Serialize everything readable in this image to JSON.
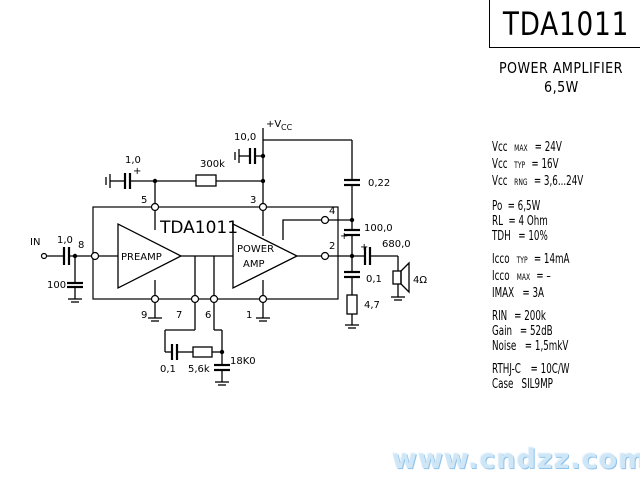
{
  "title": "TDA1011",
  "subtitle_line1": "POWER AMPLIFIER",
  "subtitle_line2": "6,5W",
  "specs": {
    "vcc_max": {
      "label": "Vcc",
      "sub": "MAX",
      "value": "= 24V"
    },
    "vcc_typ": {
      "label": "Vcc",
      "sub": "TYP",
      "value": "= 16V"
    },
    "vcc_rng": {
      "label": "Vcc",
      "sub": "RNG",
      "value": "= 3,6...24V"
    },
    "po": {
      "label": "Po",
      "value": "= 6,5W"
    },
    "rl": {
      "label": "RL",
      "value": "= 4 Ohm"
    },
    "tdh": {
      "label": "TDH",
      "value": "= 10%"
    },
    "icco_typ": {
      "label": "Icco",
      "sub": "TYP",
      "value": "= 14mA"
    },
    "icco_max": {
      "label": "Icco",
      "sub": "MAX",
      "value": "= –"
    },
    "imax": {
      "label": "IMAX",
      "value": "=     3A"
    },
    "rin": {
      "label": "RIN",
      "value": "= 200k"
    },
    "gain": {
      "label": "Gain",
      "value": "= 52dB"
    },
    "noise": {
      "label": "Noise",
      "value": "= 1,5mkV"
    },
    "rthjc": {
      "label": "RTHJ-C",
      "value": "= 10C/W"
    },
    "case": {
      "label": "Case",
      "value": "SIL9MP"
    }
  },
  "schematic": {
    "chip_label": "TDA1011",
    "preamp_label": "PREAMP",
    "power_label_1": "POWER",
    "power_label_2": "AMP",
    "vcc_label": "+V",
    "vcc_sub": "CC",
    "in_label": "IN",
    "pins": [
      "8",
      "5",
      "3",
      "4",
      "2",
      "9",
      "7",
      "6",
      "1"
    ],
    "components": {
      "c_in": "1,0",
      "c_in_gnd": "100",
      "c_fb": "1,0",
      "r_fb": "300k",
      "c_vcc": "10,0",
      "c_boot": "0,22",
      "c_bs": "100,0",
      "c_out": "680,0",
      "c_zobel": "0,1",
      "r_zobel": "4,7",
      "speaker": "4Ω",
      "c_p7": "0,1",
      "r_p7": "5,6k",
      "c_p6": "18K0"
    }
  },
  "watermark": "www.cndzz.com"
}
